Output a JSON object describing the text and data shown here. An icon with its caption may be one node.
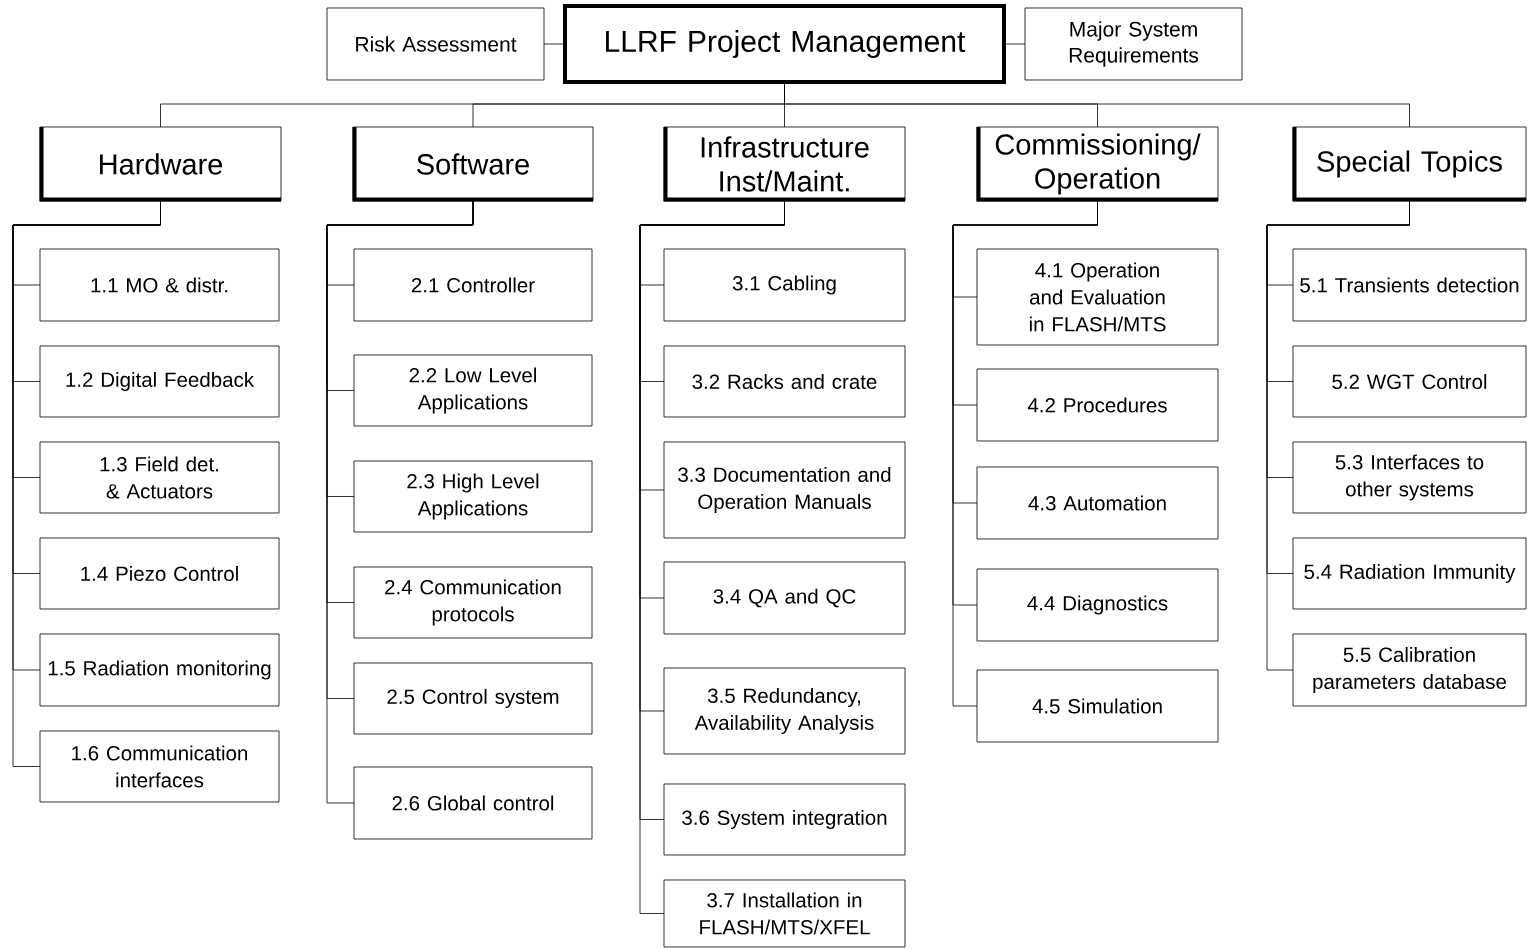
{
  "diagram": {
    "nodes": [
      {
        "text": [
          "LLRF Project Management"
        ]
      },
      {
        "text": [
          "Risk Assessment"
        ]
      },
      {
        "text": [
          "Major System Requirements"
        ]
      },
      {
        "text": [
          "Hardware"
        ]
      },
      {
        "text": [
          "Software"
        ]
      },
      {
        "text": [
          "Infrastructure Inst/Maint."
        ]
      },
      {
        "text": [
          "Commissioning/ Operation"
        ]
      },
      {
        "text": [
          "Special Topics"
        ]
      },
      {
        "text": [
          "1.1 MO & distr."
        ]
      },
      {
        "text": [
          "1.2 Digital Feedback"
        ]
      },
      {
        "text": [
          "1.3 Field det. & Actuators"
        ]
      },
      {
        "text": [
          "1.4 Piezo Control"
        ]
      },
      {
        "text": [
          "1.5 Radiation monitoring"
        ]
      },
      {
        "text": [
          "1.6 Communication interfaces"
        ]
      },
      {
        "text": [
          "2.1 Controller"
        ]
      },
      {
        "text": [
          "2.2 Low Level Applications"
        ]
      },
      {
        "text": [
          "2.3 High Level Applications"
        ]
      },
      {
        "text": [
          "2.4 Communication protocols"
        ]
      },
      {
        "text": [
          "2.5 Control system"
        ]
      },
      {
        "text": [
          "2.6 Global control"
        ]
      },
      {
        "text": [
          "3.1 Cabling"
        ]
      },
      {
        "text": [
          "3.2 Racks and crate"
        ]
      },
      {
        "text": [
          "3.3 Documentation and Operation Manuals"
        ]
      },
      {
        "text": [
          "3.4 QA and QC"
        ]
      },
      {
        "text": [
          "3.5 Redundancy, Availability Analysis"
        ]
      },
      {
        "text": [
          "3.6 System integration"
        ]
      },
      {
        "text": [
          "3.7 Installation in FLASH/MTS/XFEL"
        ]
      },
      {
        "text": [
          "4.1 Operation and Evaluation in FLASH/MTS"
        ]
      },
      {
        "text": [
          "4.2 Procedures"
        ]
      },
      {
        "text": [
          "4.3 Automation"
        ]
      },
      {
        "text": [
          "4.4 Diagnostics"
        ]
      },
      {
        "text": [
          "4.5 Simulation"
        ]
      },
      {
        "text": [
          "5.1 Transients detection"
        ]
      },
      {
        "text": [
          "5.2 WGT Control"
        ]
      },
      {
        "text": [
          "5.3 Interfaces to other systems"
        ]
      },
      {
        "text": [
          "5.4 Radiation Immunity"
        ]
      },
      {
        "text": [
          "5.5 Calibration parameters database"
        ]
      }
    ],
    "edges": [
      {
        "from": 0,
        "to": 1,
        "arrow": "none"
      },
      {
        "from": 0,
        "to": 2,
        "arrow": "none"
      },
      {
        "from": 0,
        "to": 3,
        "arrow": "none"
      },
      {
        "from": 0,
        "to": 4,
        "arrow": "none"
      },
      {
        "from": 0,
        "to": 5,
        "arrow": "none"
      },
      {
        "from": 0,
        "to": 6,
        "arrow": "none"
      },
      {
        "from": 0,
        "to": 7,
        "arrow": "none"
      },
      {
        "from": 3,
        "to": 8,
        "arrow": "none"
      },
      {
        "from": 3,
        "to": 9,
        "arrow": "none"
      },
      {
        "from": 3,
        "to": 10,
        "arrow": "none"
      },
      {
        "from": 3,
        "to": 11,
        "arrow": "none"
      },
      {
        "from": 3,
        "to": 12,
        "arrow": "none"
      },
      {
        "from": 3,
        "to": 13,
        "arrow": "none"
      },
      {
        "from": 4,
        "to": 14,
        "arrow": "none"
      },
      {
        "from": 4,
        "to": 15,
        "arrow": "none"
      },
      {
        "from": 4,
        "to": 16,
        "arrow": "none"
      },
      {
        "from": 4,
        "to": 17,
        "arrow": "none"
      },
      {
        "from": 4,
        "to": 18,
        "arrow": "none"
      },
      {
        "from": 4,
        "to": 19,
        "arrow": "none"
      },
      {
        "from": 5,
        "to": 20,
        "arrow": "none"
      },
      {
        "from": 5,
        "to": 21,
        "arrow": "none"
      },
      {
        "from": 5,
        "to": 22,
        "arrow": "none"
      },
      {
        "from": 5,
        "to": 23,
        "arrow": "none"
      },
      {
        "from": 5,
        "to": 24,
        "arrow": "none"
      },
      {
        "from": 5,
        "to": 25,
        "arrow": "none"
      },
      {
        "from": 5,
        "to": 26,
        "arrow": "none"
      },
      {
        "from": 6,
        "to": 27,
        "arrow": "none"
      },
      {
        "from": 6,
        "to": 28,
        "arrow": "none"
      },
      {
        "from": 6,
        "to": 29,
        "arrow": "none"
      },
      {
        "from": 6,
        "to": 30,
        "arrow": "none"
      },
      {
        "from": 6,
        "to": 31,
        "arrow": "none"
      },
      {
        "from": 7,
        "to": 32,
        "arrow": "none"
      },
      {
        "from": 7,
        "to": 33,
        "arrow": "none"
      },
      {
        "from": 7,
        "to": 34,
        "arrow": "none"
      },
      {
        "from": 7,
        "to": 35,
        "arrow": "none"
      },
      {
        "from": 7,
        "to": 36,
        "arrow": "none"
      }
    ]
  }
}
